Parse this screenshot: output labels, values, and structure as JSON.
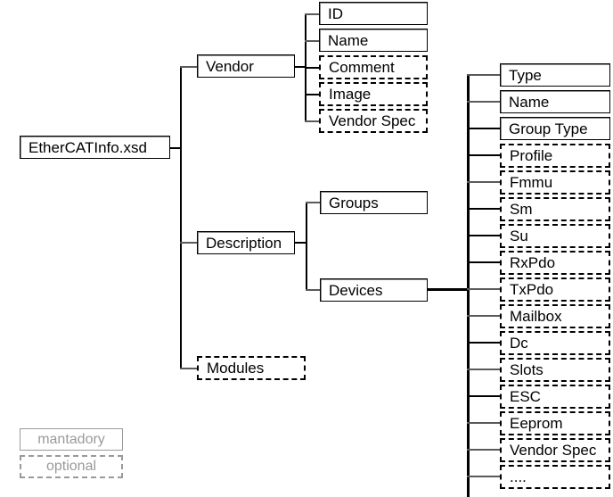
{
  "diagram": {
    "title": "EtherCATInfo.xsd",
    "root": {
      "label": "EtherCATInfo.xsd",
      "type": "mandatory"
    },
    "level1": [
      {
        "label": "Vendor",
        "type": "mandatory"
      },
      {
        "label": "Description",
        "type": "mandatory"
      },
      {
        "label": "Modules",
        "type": "optional"
      }
    ],
    "vendor_children": [
      {
        "label": "ID",
        "type": "mandatory"
      },
      {
        "label": "Name",
        "type": "mandatory"
      },
      {
        "label": "Comment",
        "type": "optional"
      },
      {
        "label": "Image",
        "type": "optional"
      },
      {
        "label": "Vendor Spec",
        "type": "optional"
      }
    ],
    "description_children": [
      {
        "label": "Groups",
        "type": "mandatory"
      },
      {
        "label": "Devices",
        "type": "mandatory"
      }
    ],
    "device_children": [
      {
        "label": "Type",
        "type": "mandatory"
      },
      {
        "label": "Name",
        "type": "mandatory"
      },
      {
        "label": "Group Type",
        "type": "mandatory"
      },
      {
        "label": "Profile",
        "type": "optional"
      },
      {
        "label": "Fmmu",
        "type": "optional"
      },
      {
        "label": "Sm",
        "type": "optional"
      },
      {
        "label": "Su",
        "type": "optional"
      },
      {
        "label": "RxPdo",
        "type": "optional"
      },
      {
        "label": "TxPdo",
        "type": "optional"
      },
      {
        "label": "Mailbox",
        "type": "optional"
      },
      {
        "label": "Dc",
        "type": "optional"
      },
      {
        "label": "Slots",
        "type": "optional"
      },
      {
        "label": "ESC",
        "type": "optional"
      },
      {
        "label": "Eeprom",
        "type": "optional"
      },
      {
        "label": "Vendor Spec",
        "type": "optional"
      },
      {
        "label": "....",
        "type": "optional"
      }
    ],
    "legend": {
      "mandatory_label": "mantadory",
      "optional_label": "optional"
    },
    "colors": {
      "box_border": "#000000",
      "box_shadow": "#8a8a8a",
      "connector": "#000000",
      "connector_gray": "#5a5a5a",
      "legend_text": "#9a9a9a",
      "background": "#ffffff"
    }
  }
}
